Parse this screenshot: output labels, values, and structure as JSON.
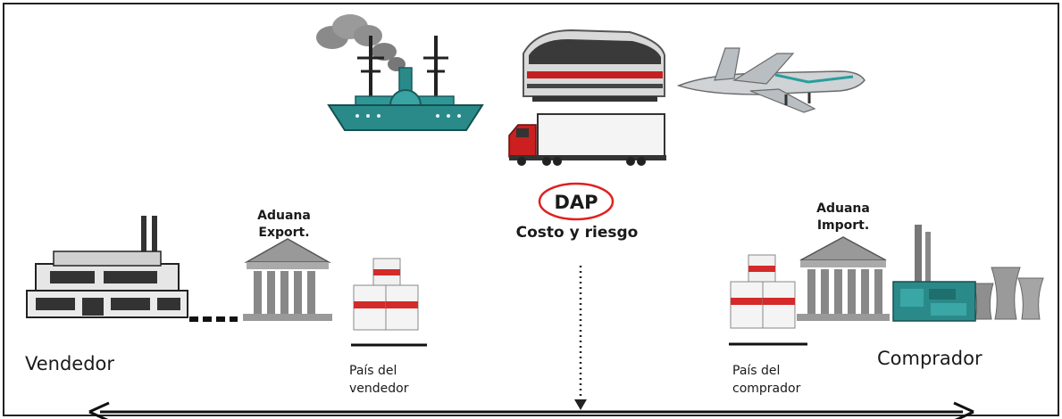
{
  "incoterm": {
    "code": "DAP",
    "subtitle": "Costo y riesgo"
  },
  "customs_export": {
    "line1": "Aduana",
    "line2": "Export."
  },
  "customs_import": {
    "line1": "Aduana",
    "line2": "Import."
  },
  "seller": {
    "label": "Vendedor",
    "country_line1": "País del",
    "country_line2": "vendedor"
  },
  "buyer": {
    "label": "Comprador",
    "country_line1": "País del",
    "country_line2": "comprador"
  },
  "colors": {
    "highlight_circle": "#e02020",
    "ship_hull": "#2a8a8a",
    "crate_stripe": "#d42a2a",
    "truck_cab": "#cc1f1f"
  }
}
